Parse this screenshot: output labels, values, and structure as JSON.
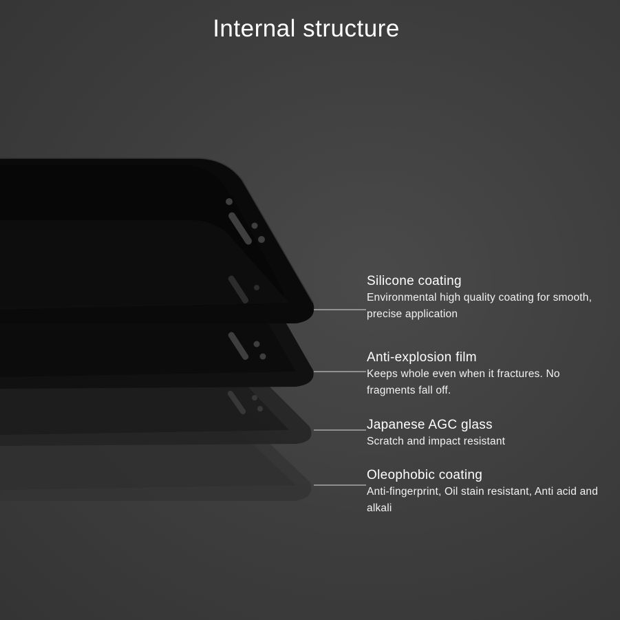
{
  "title": "Internal structure",
  "layers": [
    {
      "name": "Silicone coating",
      "description": "Environmental high quality coating for smooth, precise application"
    },
    {
      "name": "Anti-explosion film",
      "description": "Keeps whole even when it fractures. No fragments fall off."
    },
    {
      "name": "Japanese AGC glass",
      "description": "Scratch and impact resistant"
    },
    {
      "name": "Oleophobic coating",
      "description": "Anti-fingerprint, Oil stain resistant, Anti acid and alkali"
    }
  ],
  "colors": {
    "background": "#3d3d3d",
    "text": "#ffffff",
    "leader_line": "#dddddd"
  }
}
